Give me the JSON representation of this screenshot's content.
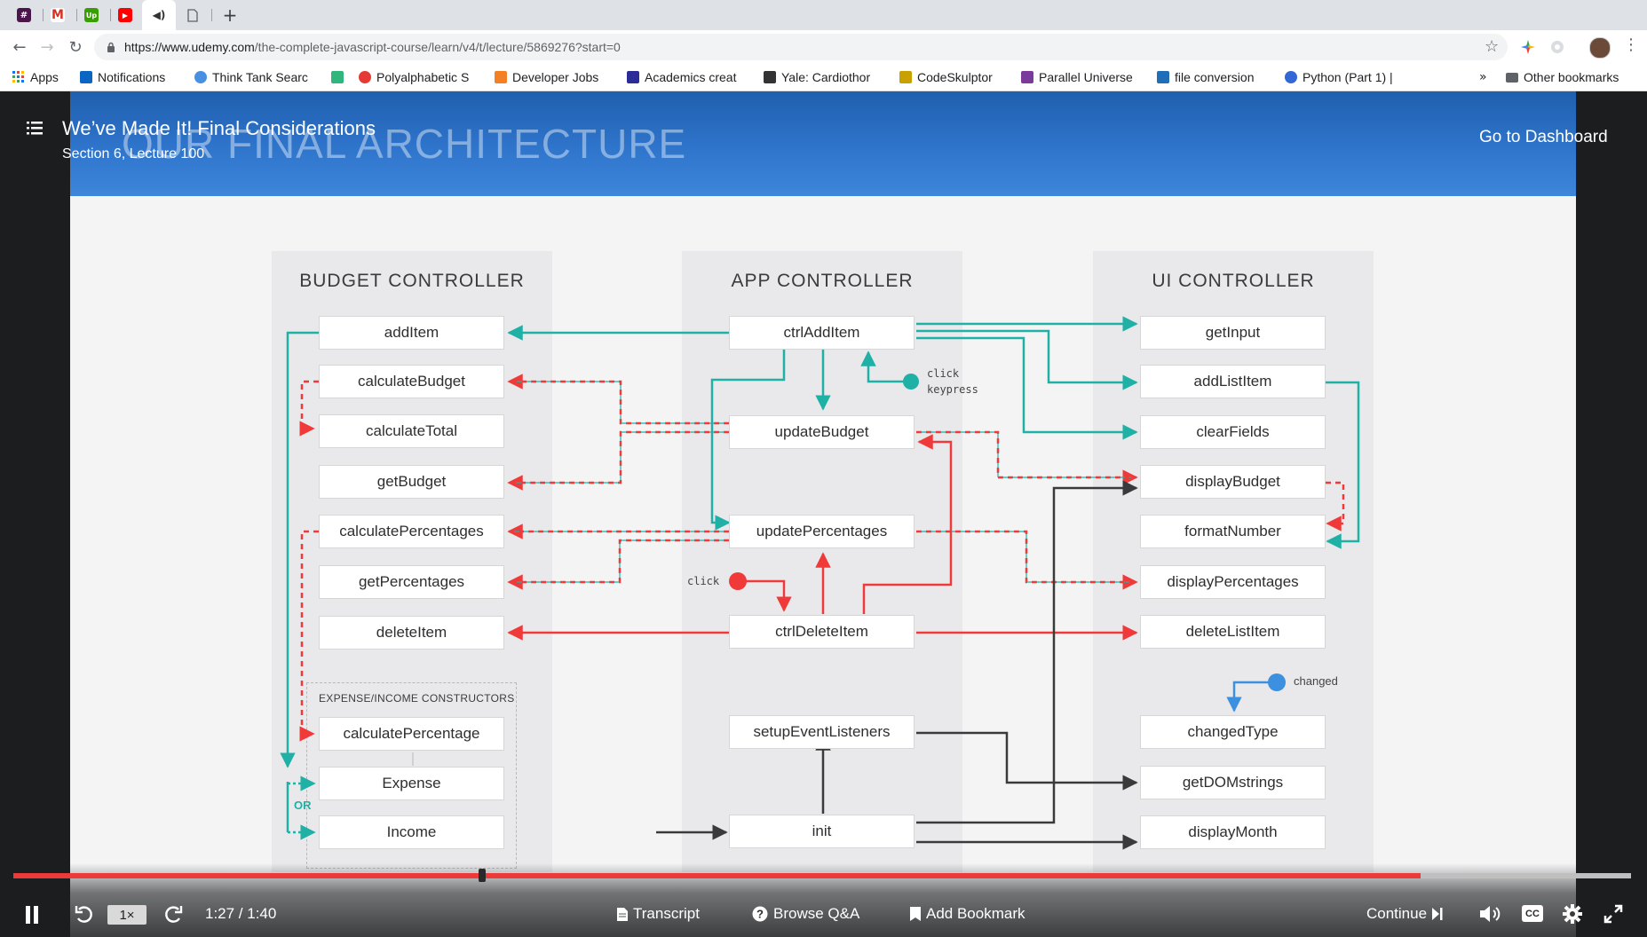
{
  "browser": {
    "tabs": [
      {
        "icon": "slack-icon",
        "color": "#4a154b",
        "glyph": "#"
      },
      {
        "icon": "gmail-icon",
        "color": "#ffffff",
        "glyph": "M"
      },
      {
        "icon": "upwork-icon",
        "color": "#37a000",
        "glyph": "Up"
      },
      {
        "icon": "youtube-icon",
        "color": "#ff0000",
        "glyph": "▶"
      },
      {
        "icon": "udemy-icon",
        "color": "#ffffff",
        "glyph": "◀"
      },
      {
        "icon": "blank-page-icon",
        "color": "#ffffff",
        "glyph": ""
      }
    ],
    "new_tab_glyph": "+",
    "url_host": "https://www.udemy.com",
    "url_path": "/the-complete-javascript-course/learn/v4/t/lecture/5869276?start=0",
    "bookmarks": [
      {
        "label": "Apps",
        "color": "#e8453c"
      },
      {
        "label": "Notifications",
        "color": "#0a66c2"
      },
      {
        "label": "Think Tank Searc",
        "color": "#4a90e2"
      },
      {
        "label": "",
        "color": "#2eb67d"
      },
      {
        "label": "Polyalphabetic S",
        "color": "#e53935"
      },
      {
        "label": "Developer Jobs",
        "color": "#f48024"
      },
      {
        "label": "Academics creat",
        "color": "#2c2c99"
      },
      {
        "label": "Yale: Cardiothor",
        "color": "#333333"
      },
      {
        "label": "CodeSkulptor",
        "color": "#c8a000"
      },
      {
        "label": "Parallel Universe",
        "color": "#7a3b9a"
      },
      {
        "label": "file conversion",
        "color": "#1e6fb8"
      },
      {
        "label": "Python (Part 1) |",
        "color": "#3367d6"
      }
    ],
    "overflow": "»",
    "other_bookmarks": "Other bookmarks"
  },
  "lecture": {
    "title": "We’ve Made It! Final Considerations",
    "subtitle": "Section 6, Lecture 100",
    "dashboard_link": "Go to Dashboard"
  },
  "slide": {
    "title": "OUR FINAL ARCHITECTURE",
    "columns": [
      "BUDGET CONTROLLER",
      "APP CONTROLLER",
      "UI CONTROLLER"
    ],
    "budget_fns": [
      "addItem",
      "calculateBudget",
      "calculateTotal",
      "getBudget",
      "calculatePercentages",
      "getPercentages",
      "deleteItem"
    ],
    "constructors_label": "EXPENSE/INCOME CONSTRUCTORS",
    "constructor_fns": [
      "calculatePercentage",
      "Expense",
      "Income"
    ],
    "or_label": "OR",
    "app_fns": [
      "ctrlAddItem",
      "updateBudget",
      "updatePercentages",
      "ctrlDeleteItem",
      "setupEventListeners",
      "init"
    ],
    "ui_fns": [
      "getInput",
      "addListItem",
      "clearFields",
      "displayBudget",
      "formatNumber",
      "displayPercentages",
      "deleteListItem",
      "changedType",
      "getDOMstrings",
      "displayMonth"
    ],
    "event_click_keypress": [
      "click",
      "keypress"
    ],
    "event_click": "click",
    "event_changed": "changed",
    "colors": {
      "teal": "#1fb0a6",
      "red": "#f03a3a",
      "dark": "#3a3a3a",
      "blue": "#3d8fe0"
    }
  },
  "player": {
    "progress": 0.87,
    "speed": "1×",
    "time": "1:27 / 1:40",
    "transcript": "Transcript",
    "qa": "Browse Q&A",
    "bookmark": "Add Bookmark",
    "continue": "Continue",
    "cc": "CC"
  }
}
